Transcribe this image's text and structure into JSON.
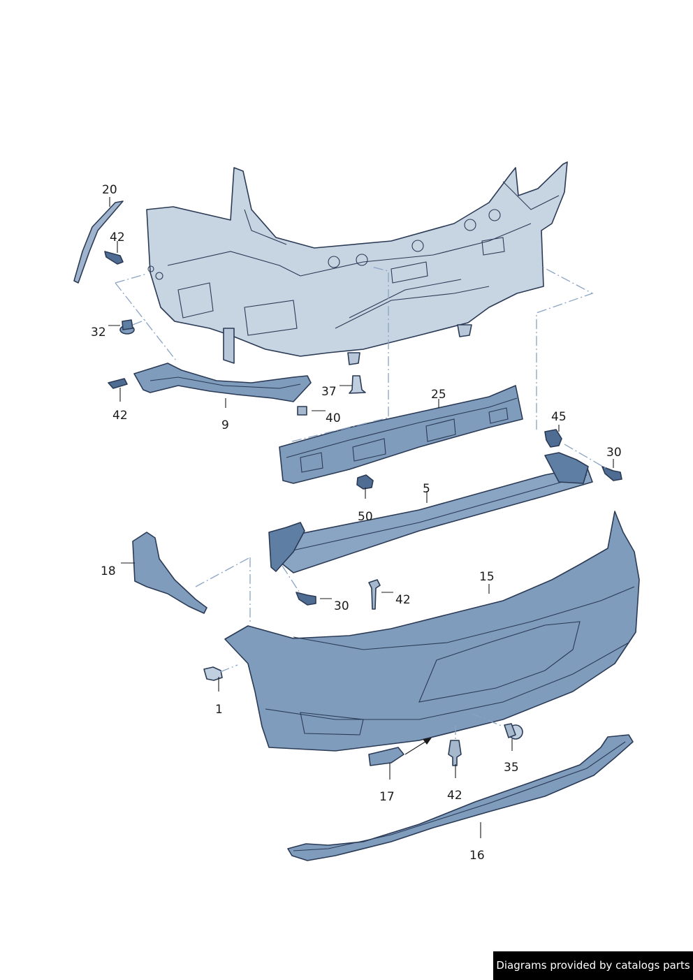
{
  "diagram": {
    "colors": {
      "panel_fill": "#c7d4e2",
      "panel_shade": "#a9bcd1",
      "bumper_fill": "#7f9cbd",
      "bumper_light": "#aebfd3",
      "bumper_dark": "#5f7ea3",
      "outline": "#2a3a55",
      "dash_line": "#8aa4c4"
    },
    "labels": [
      {
        "id": "20",
        "text": "20"
      },
      {
        "id": "42a",
        "text": "42"
      },
      {
        "id": "32",
        "text": "32"
      },
      {
        "id": "42b",
        "text": "42"
      },
      {
        "id": "9",
        "text": "9"
      },
      {
        "id": "37",
        "text": "37"
      },
      {
        "id": "40",
        "text": "40"
      },
      {
        "id": "25",
        "text": "25"
      },
      {
        "id": "45",
        "text": "45"
      },
      {
        "id": "30a",
        "text": "30"
      },
      {
        "id": "50",
        "text": "50"
      },
      {
        "id": "5",
        "text": "5"
      },
      {
        "id": "18",
        "text": "18"
      },
      {
        "id": "15",
        "text": "15"
      },
      {
        "id": "42c",
        "text": "42"
      },
      {
        "id": "30b",
        "text": "30"
      },
      {
        "id": "1",
        "text": "1"
      },
      {
        "id": "35",
        "text": "35"
      },
      {
        "id": "17",
        "text": "17"
      },
      {
        "id": "42d",
        "text": "42"
      },
      {
        "id": "16",
        "text": "16"
      }
    ]
  },
  "credit": {
    "text": "Diagrams provided by catalogs parts"
  }
}
